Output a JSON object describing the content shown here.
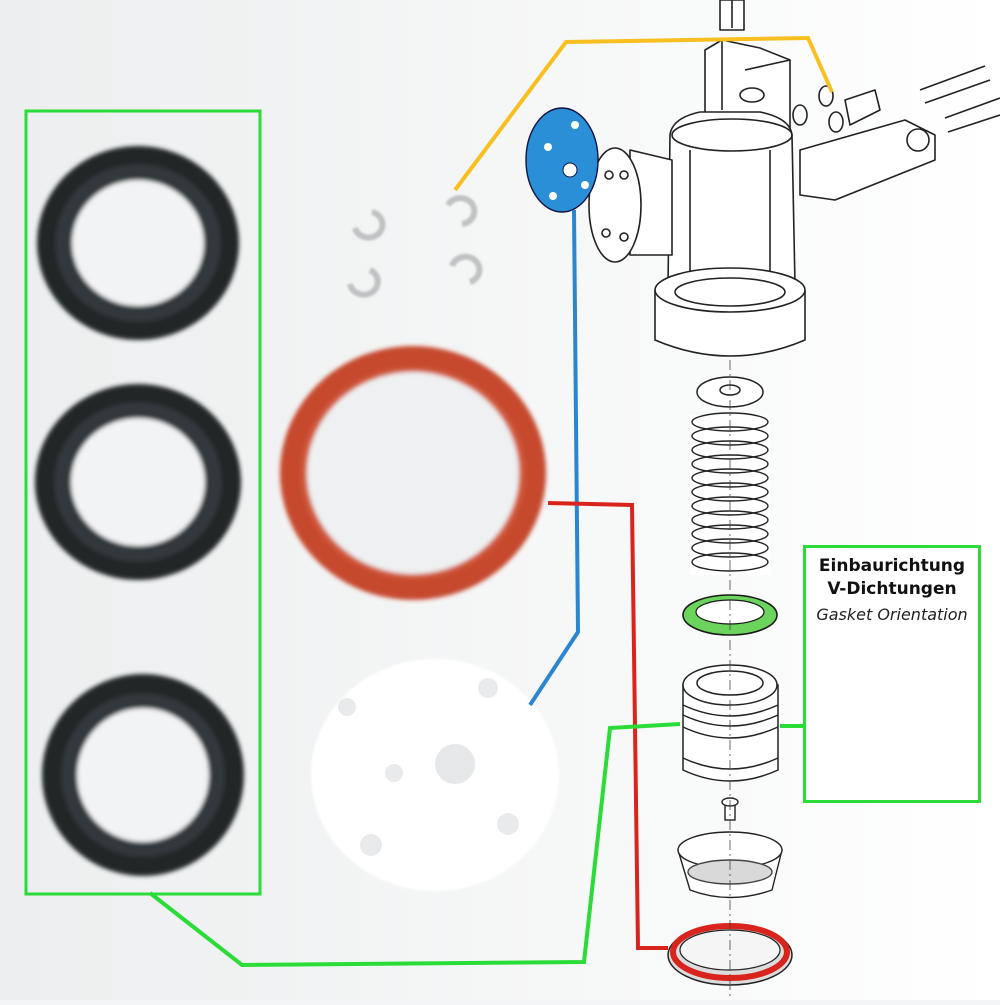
{
  "callout": {
    "title_line1": "Einbaurichtung",
    "title_line2": "V-Dichtungen",
    "subtitle": "Gasket Orientation"
  },
  "parts": {
    "black_seals": {
      "count": 3,
      "color": "#22272a"
    },
    "small_clips": {
      "count": 4,
      "color": "#c9c9c9"
    },
    "red_gasket": {
      "color": "#c64a2e"
    },
    "white_diffuser_disc": {
      "color": "#ffffff"
    },
    "blue_diffuser_disc": {
      "color": "#2a8fd6"
    }
  },
  "connector_colors": {
    "green": "#2bdc39",
    "yellow": "#f7c020",
    "blue": "#2a86d1",
    "red": "#d8241d"
  }
}
